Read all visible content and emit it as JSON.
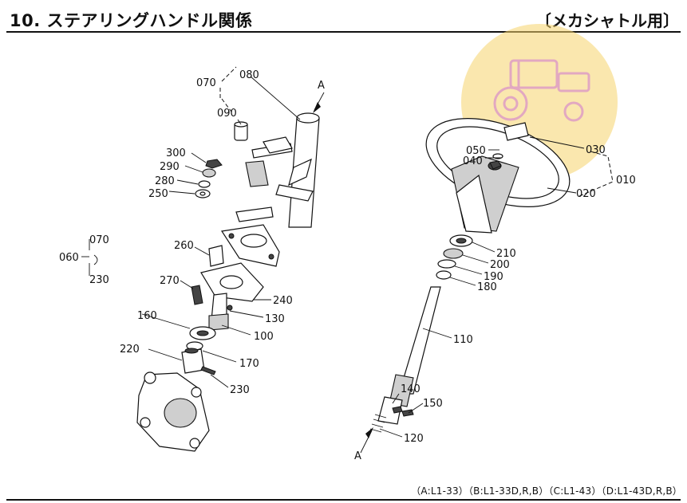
{
  "header": {
    "title": "10. ステアリングハンドル関係",
    "subtitle": "〔メカシャトル用〕"
  },
  "footer": {
    "models": "（A:L1-33）（B:L1-33D,R,B）（C:L1-43）（D:L1-43D,R,B）"
  },
  "arrows": {
    "top": "A",
    "bottom": "A"
  },
  "labels": {
    "p010": "010",
    "p020": "020",
    "p030": "030",
    "p040": "040",
    "p050": "050",
    "p060": "060",
    "p070": "070",
    "p070b": "070",
    "p080": "080",
    "p090": "090",
    "p100": "100",
    "p110": "110",
    "p120": "120",
    "p130": "130",
    "p140": "140",
    "p150": "150",
    "p160": "160",
    "p170": "170",
    "p180": "180",
    "p190": "190",
    "p200": "200",
    "p210": "210",
    "p220": "220",
    "p230": "230",
    "p230b": "230",
    "p240": "240",
    "p250": "250",
    "p260": "260",
    "p270": "270",
    "p280": "280",
    "p290": "290",
    "p300": "300"
  },
  "watermark": {
    "color": "#f6d36b"
  }
}
